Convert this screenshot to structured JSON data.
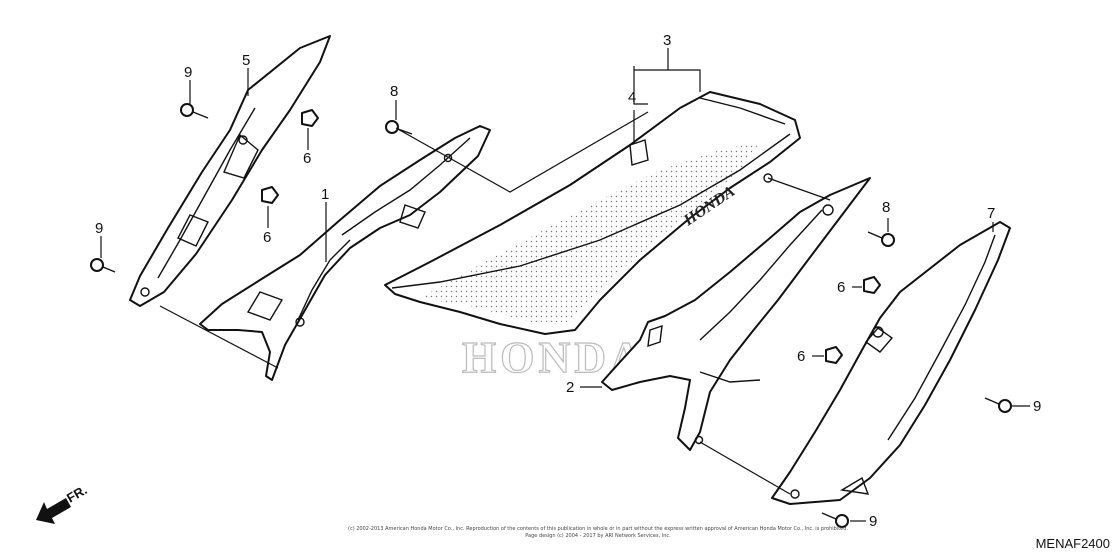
{
  "callouts": {
    "c1": "1",
    "c2": "2",
    "c3": "3",
    "c4": "4",
    "c5": "5",
    "c6a": "6",
    "c6b": "6",
    "c6c": "6",
    "c6d": "6",
    "c7": "7",
    "c8a": "8",
    "c8b": "8",
    "c9a": "9",
    "c9b": "9",
    "c9c": "9",
    "c9d": "9"
  },
  "seat_logo": "HONDA",
  "watermark": "HONDA",
  "front_arrow": "FR.",
  "diagram_code": "MENAF2400",
  "copyright_line1": "(c) 2002-2013 American Honda Motor Co., Inc. Reproduction of the contents of this publication in whole or in part without the express written approval of American Honda Motor Co., Inc. is prohibited.",
  "copyright_line2": "Page design (c) 2004 - 2017 by ARI Network Services, Inc."
}
